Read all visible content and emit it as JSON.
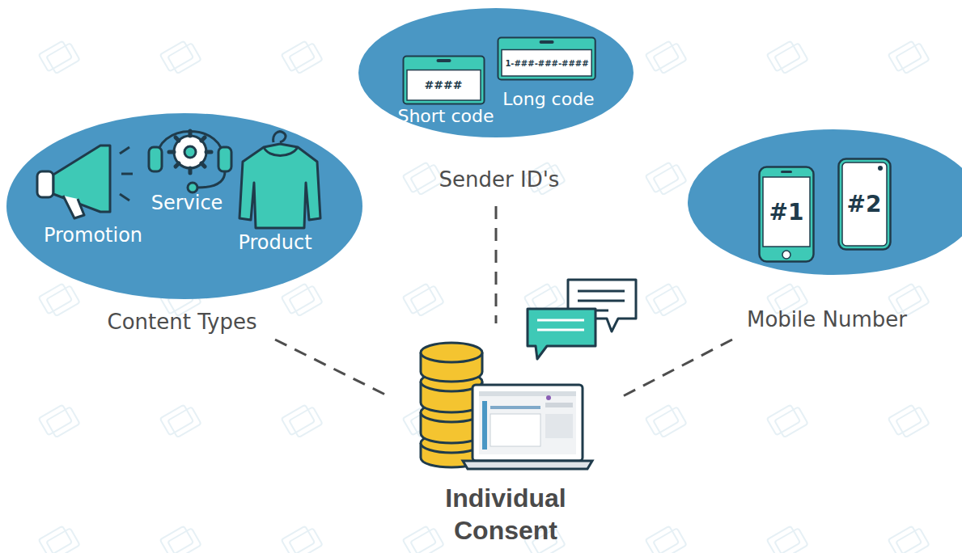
{
  "diagram": {
    "nodes": [
      {
        "text": [
          "Promotion",
          "Service",
          "Product",
          "Content Types"
        ]
      },
      {
        "text": [
          "Short code",
          "Long code",
          "Sender ID's"
        ]
      },
      {
        "text": [
          "####"
        ],
        "in": 1
      },
      {
        "text": [
          "1-###-###-####"
        ],
        "in": 1
      },
      {
        "text": [
          "Mobile Number"
        ]
      },
      {
        "text": [
          "#1"
        ],
        "in": 4
      },
      {
        "text": [
          "#2"
        ],
        "in": 4
      },
      {
        "text": [
          "Individual Consent"
        ]
      }
    ],
    "edges": [
      {
        "from": 0,
        "to": 7,
        "arrow": "none"
      },
      {
        "from": 1,
        "to": 7,
        "arrow": "none"
      },
      {
        "from": 4,
        "to": 7,
        "arrow": "none"
      }
    ]
  }
}
